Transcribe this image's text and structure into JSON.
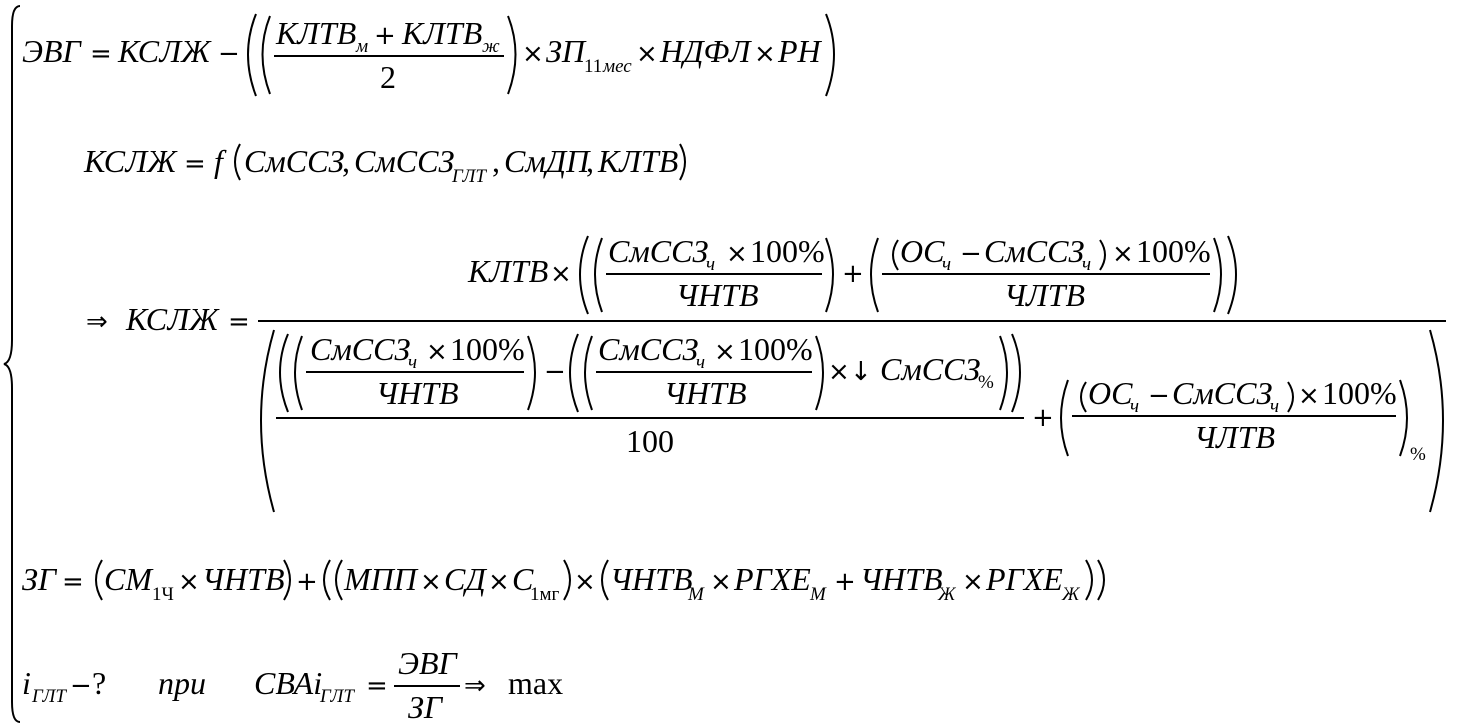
{
  "eq1": {
    "lhs": "ЭВГ",
    "eq": "=",
    "kslzh": "КСЛЖ",
    "minus": "−",
    "kltv": "КЛТВ",
    "sub_m": "м",
    "plus": "+",
    "sub_zh": "ж",
    "two": "2",
    "times": "×",
    "zp": "ЗП",
    "sub_11": "11",
    "sub_mes": "мес",
    "ndfl": "НДФЛ",
    "rn": "РН"
  },
  "eq2": {
    "kslzh": "КСЛЖ",
    "eq": "=",
    "f": "f",
    "smssz": "СмССЗ",
    "comma": ",",
    "sub_glt": "ГЛТ",
    "smdp": "СмДП",
    "kltv": "КЛТВ"
  },
  "eq3": {
    "implies": "⇒",
    "kslzh": "КСЛЖ",
    "eq": "=",
    "kltv": "КЛТВ",
    "times": "×",
    "smssz": "СмССЗ",
    "sub_ch": "ч",
    "hundred_pct": "100%",
    "chntv": "ЧНТВ",
    "plus": "+",
    "minus": "−",
    "os": "ОС",
    "chltv": "ЧЛТВ",
    "down": "↓",
    "sub_pct": "%",
    "hundred": "100"
  },
  "eq4": {
    "zg": "ЗГ",
    "eq": "=",
    "sm": "СМ",
    "sub_1ch": "1Ч",
    "times": "×",
    "chntv": "ЧНТВ",
    "plus": "+",
    "mpp": "МПП",
    "sd": "СД",
    "c": "С",
    "sub_1mg": "1мг",
    "sub_M": "М",
    "rgkhe": "РГХЕ",
    "sub_Zh": "Ж"
  },
  "eq5": {
    "i": "i",
    "sub_glt": "ГЛТ",
    "minus": "−",
    "q": "?",
    "pri": "при",
    "svai": "СВАi",
    "eq": "=",
    "evg": "ЭВГ",
    "zg": "ЗГ",
    "implies": "⇒",
    "max": "max"
  }
}
